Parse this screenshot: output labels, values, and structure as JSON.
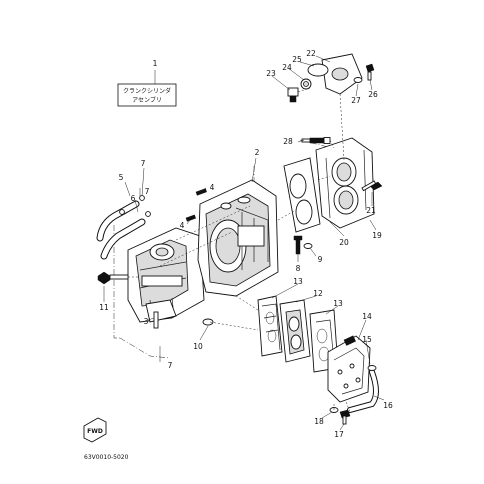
{
  "assembly_box": {
    "line1": "クランクシリンダ",
    "line2": "アセンブリ"
  },
  "callouts": {
    "c1": "1",
    "c2": "2",
    "c3": "3",
    "c4a": "4",
    "c4b": "4",
    "c5": "5",
    "c6": "6",
    "c7a": "7",
    "c7b": "7",
    "c7c": "7",
    "c8": "8",
    "c9": "9",
    "c10": "10",
    "c11": "11",
    "c12": "12",
    "c13a": "13",
    "c13b": "13",
    "c14": "14",
    "c15": "15",
    "c16": "16",
    "c17": "17",
    "c18": "18",
    "c19": "19",
    "c20": "20",
    "c21": "21",
    "c22": "22",
    "c23": "23",
    "c24": "24",
    "c25": "25",
    "c26": "26",
    "c27": "27",
    "c28": "28"
  },
  "fwd_mark": "FWD",
  "diagram_code": "63V0010-5020"
}
